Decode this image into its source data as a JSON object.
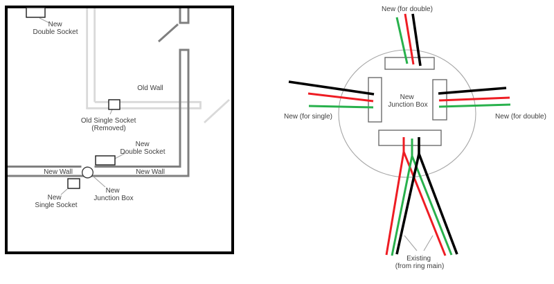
{
  "colors": {
    "wire_red": "#ee1c23",
    "wire_green": "#28b14c",
    "wire_black": "#000000",
    "wall_dark": "#7f7f7f",
    "wall_light": "#d9d9d9",
    "room_border": "#000000",
    "detail_circle": "#a6a6a6"
  },
  "plan": {
    "labels": {
      "double_socket_top": {
        "line1": "New",
        "line2": "Double Socket"
      },
      "old_wall": "Old Wall",
      "old_single_socket": {
        "line1": "Old Single Socket",
        "line2": "(Removed)"
      },
      "new_double_socket": {
        "line1": "New",
        "line2": "Double Socket"
      },
      "new_wall_left": "New Wall",
      "new_wall_right": "New Wall",
      "new_single_socket": {
        "line1": "New",
        "line2": "Single Socket"
      },
      "junction_box": {
        "line1": "New",
        "line2": "Junction Box"
      }
    }
  },
  "detail": {
    "labels": {
      "top_cable": "New (for double)",
      "left_cable": "New (for single)",
      "right_cable": "New (for double)",
      "box": {
        "line1": "New",
        "line2": "Junction Box"
      },
      "bottom_cable": {
        "line1": "Existing",
        "line2": "(from ring main)"
      }
    }
  }
}
